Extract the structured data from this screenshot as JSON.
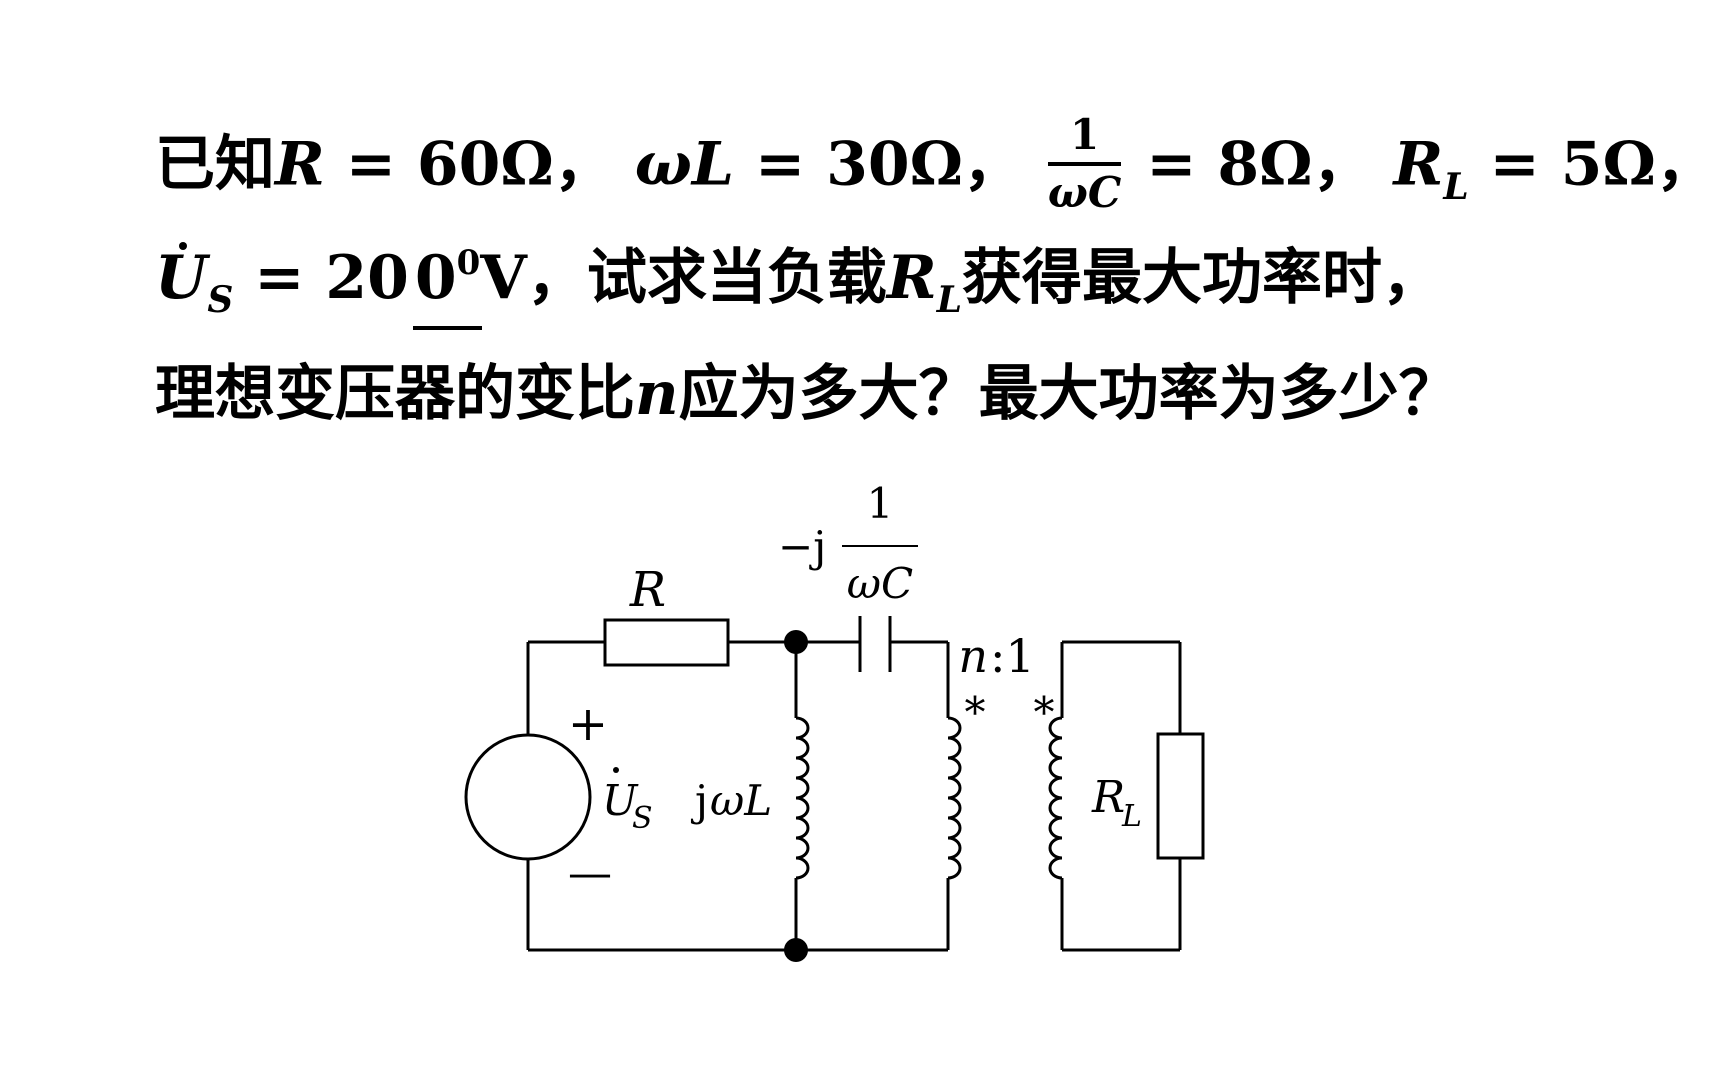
{
  "problem": {
    "line1": {
      "prefix": "已知",
      "R_sym": "R",
      "R_val": " = 60Ω，",
      "omega": "ωL",
      "wL_val": " = 30Ω，",
      "frac_num": "1",
      "frac_den": "ωC",
      "frac_val": " = 8Ω，",
      "RL_main": "R",
      "RL_sub": "L",
      "RL_val": " = 5Ω，"
    },
    "line2": {
      "U": "U",
      "U_sub": "S",
      "eq": " = 20",
      "angle_deg": "0",
      "angle_sup": "0",
      "unit": "V，",
      "text_a": "试求当负载",
      "RL_main": "R",
      "RL_sub": "L",
      "text_b": "获得最大功率时，"
    },
    "line3": {
      "text_a": "理想变压器的变比",
      "n": "n",
      "text_b": "应为多大？最大功率为多少？"
    }
  },
  "circuit": {
    "labels": {
      "R": "R",
      "cap_prefix": "−j",
      "cap_num": "1",
      "cap_den": "ωC",
      "ratio_n": "n",
      "ratio_rest": ":1",
      "plus": "+",
      "minus": "—",
      "source_U": "U",
      "source_sub": "S",
      "inductor_j": "j",
      "inductor_wL": "ωL",
      "load_R": "R",
      "load_sub": "L",
      "dot_primary": "*",
      "dot_secondary": "*"
    }
  }
}
